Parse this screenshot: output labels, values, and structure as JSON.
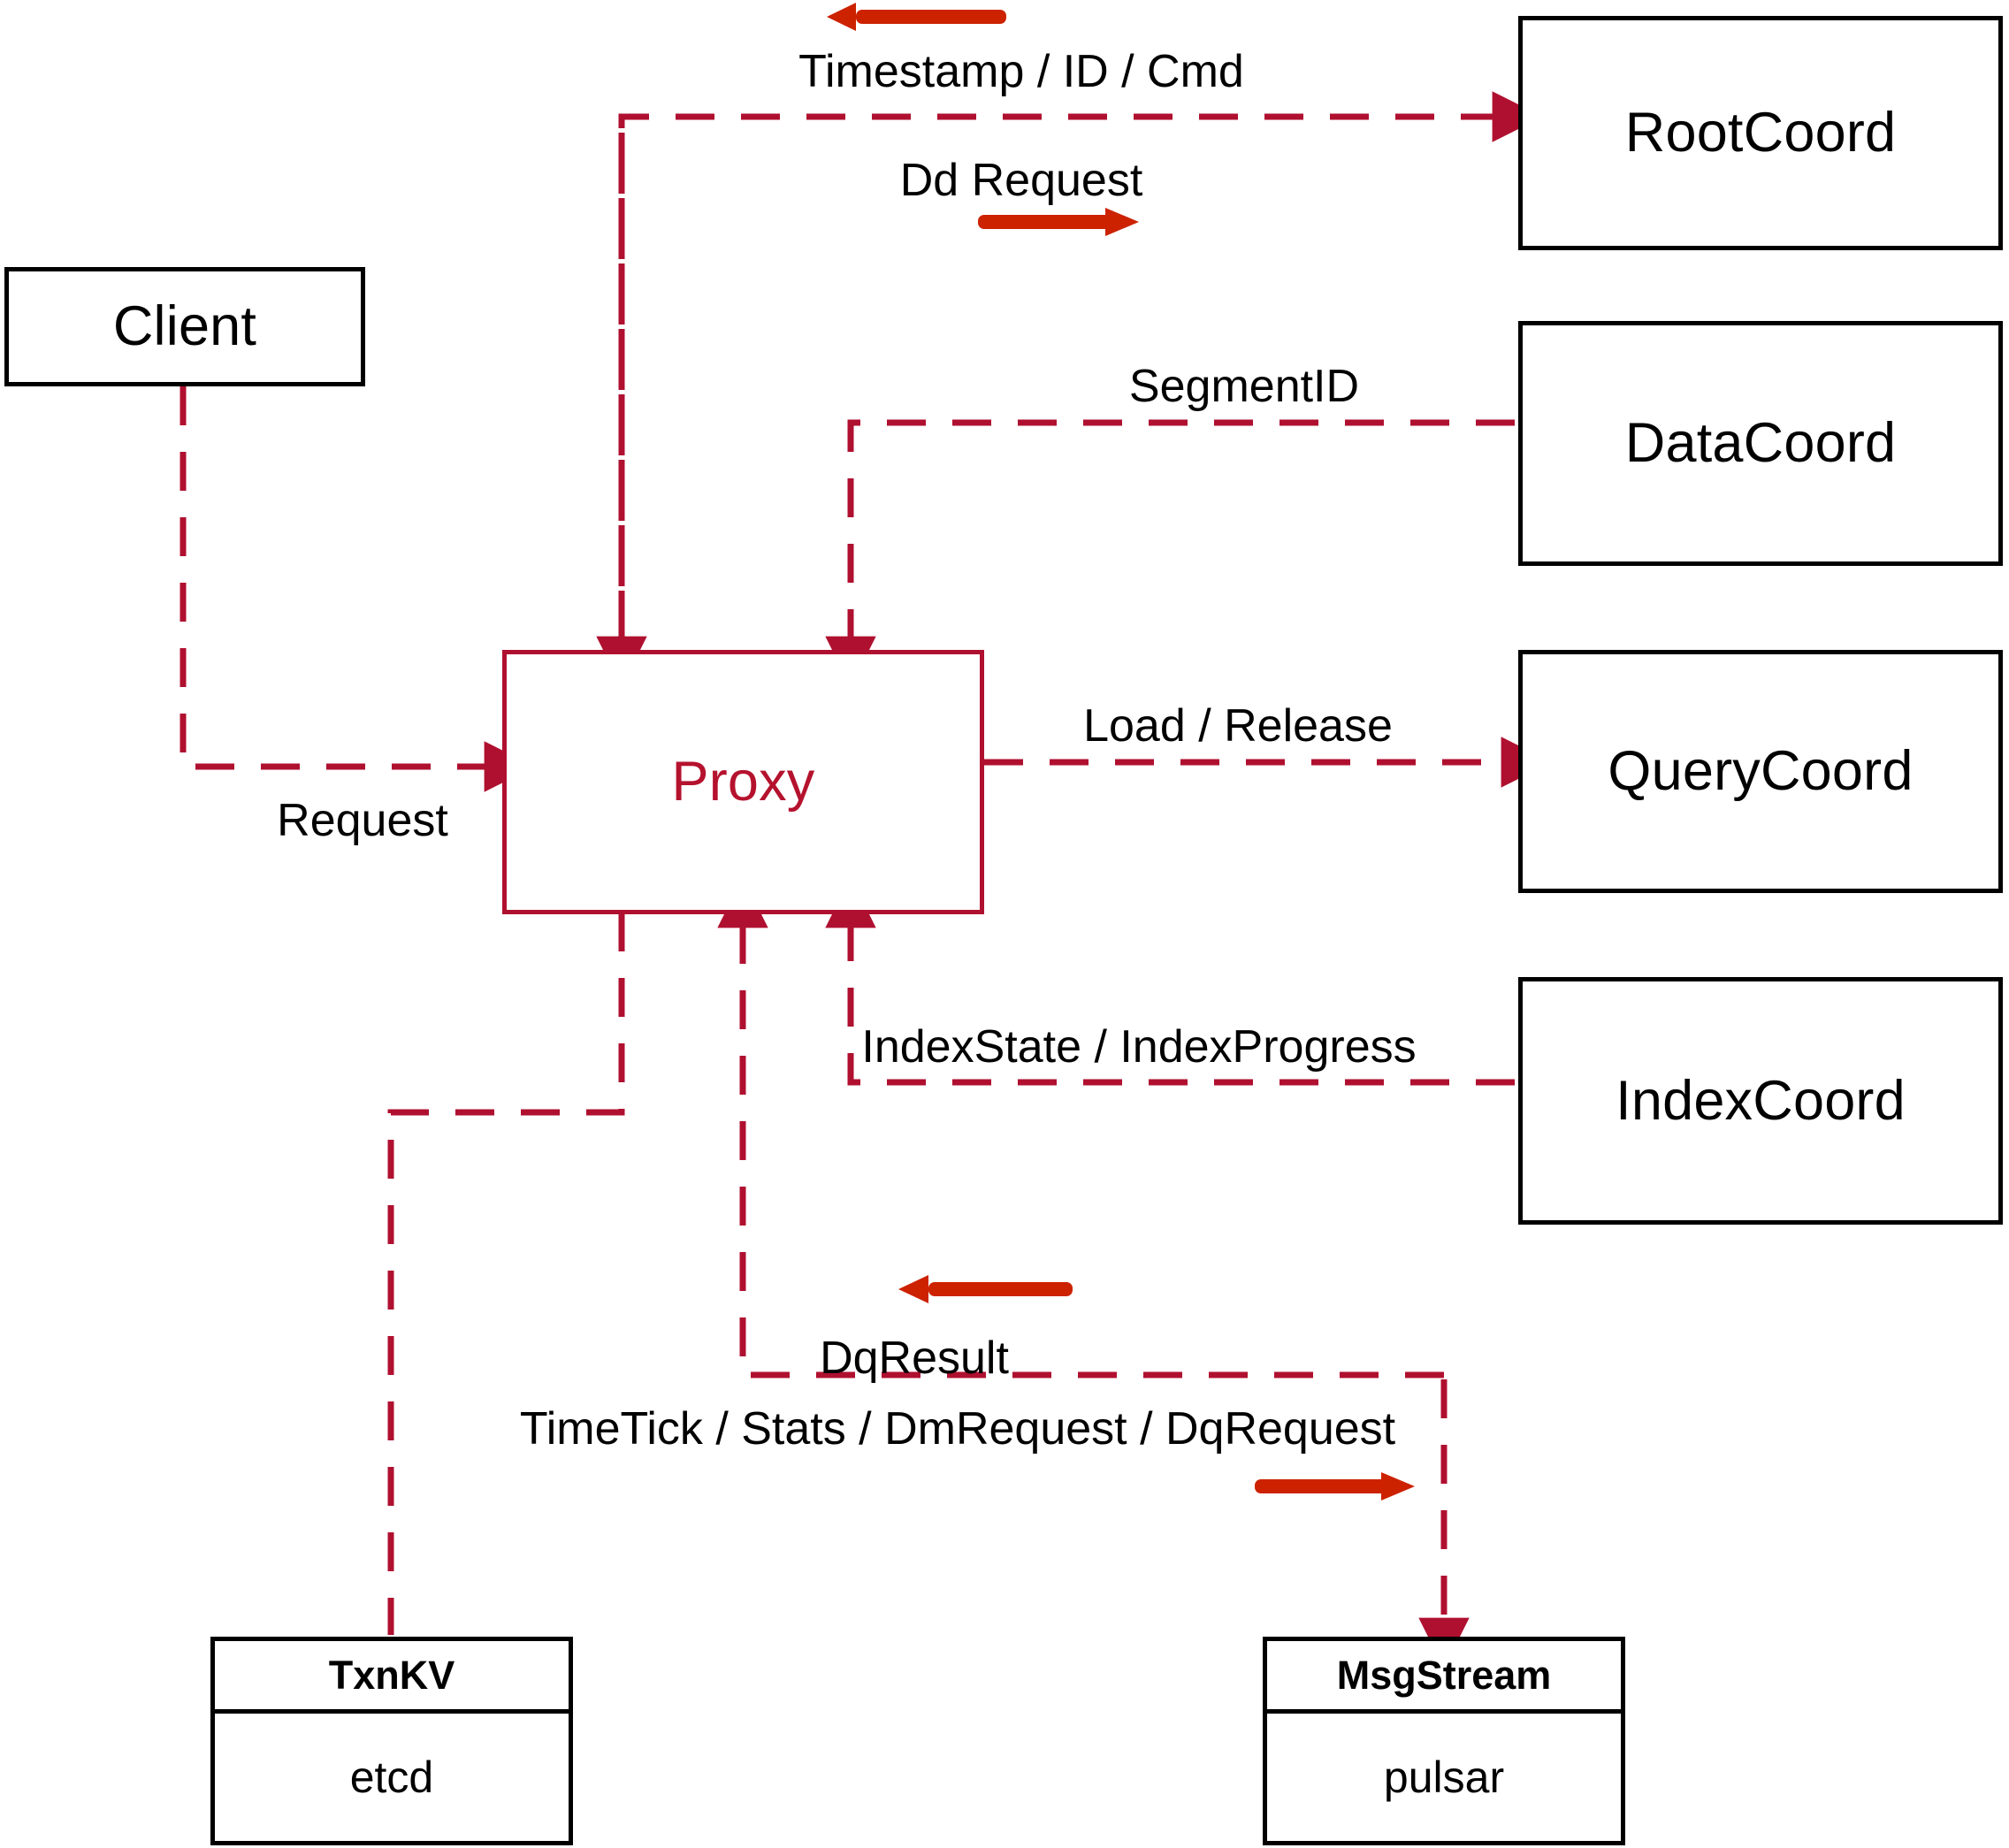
{
  "diagram": {
    "title": "Proxy component interaction diagram",
    "colors": {
      "node_stroke": "#000000",
      "proxy_stroke": "#b01030",
      "proxy_text": "#b5122e",
      "dashed_wire": "#b01030",
      "legend_arrow": "#cc2200",
      "background": "#ffffff"
    }
  },
  "nodes": {
    "client": {
      "label": "Client"
    },
    "proxy": {
      "label": "Proxy"
    },
    "root_coord": {
      "label": "RootCoord"
    },
    "data_coord": {
      "label": "DataCoord"
    },
    "query_coord": {
      "label": "QueryCoord"
    },
    "index_coord": {
      "label": "IndexCoord"
    }
  },
  "stores": {
    "txnkv": {
      "head": "TxnKV",
      "body": "etcd"
    },
    "msgstream": {
      "head": "MsgStream",
      "body": "pulsar"
    }
  },
  "edge_labels": {
    "timestamp_id_cmd": "Timestamp / ID / Cmd",
    "dd_request": "Dd Request",
    "segment_id": "SegmentID",
    "request": "Request",
    "load_release": "Load / Release",
    "index_state_progress": "IndexState / IndexProgress",
    "dq_result": "DqResult",
    "timetick_stats": "TimeTick / Stats / DmRequest / DqRequest"
  },
  "legend_arrows": {
    "timestamp_direction": "arrow-left-icon",
    "dd_request_direction": "arrow-right-icon",
    "dq_result_direction": "arrow-left-icon",
    "timetick_direction": "arrow-right-icon"
  }
}
